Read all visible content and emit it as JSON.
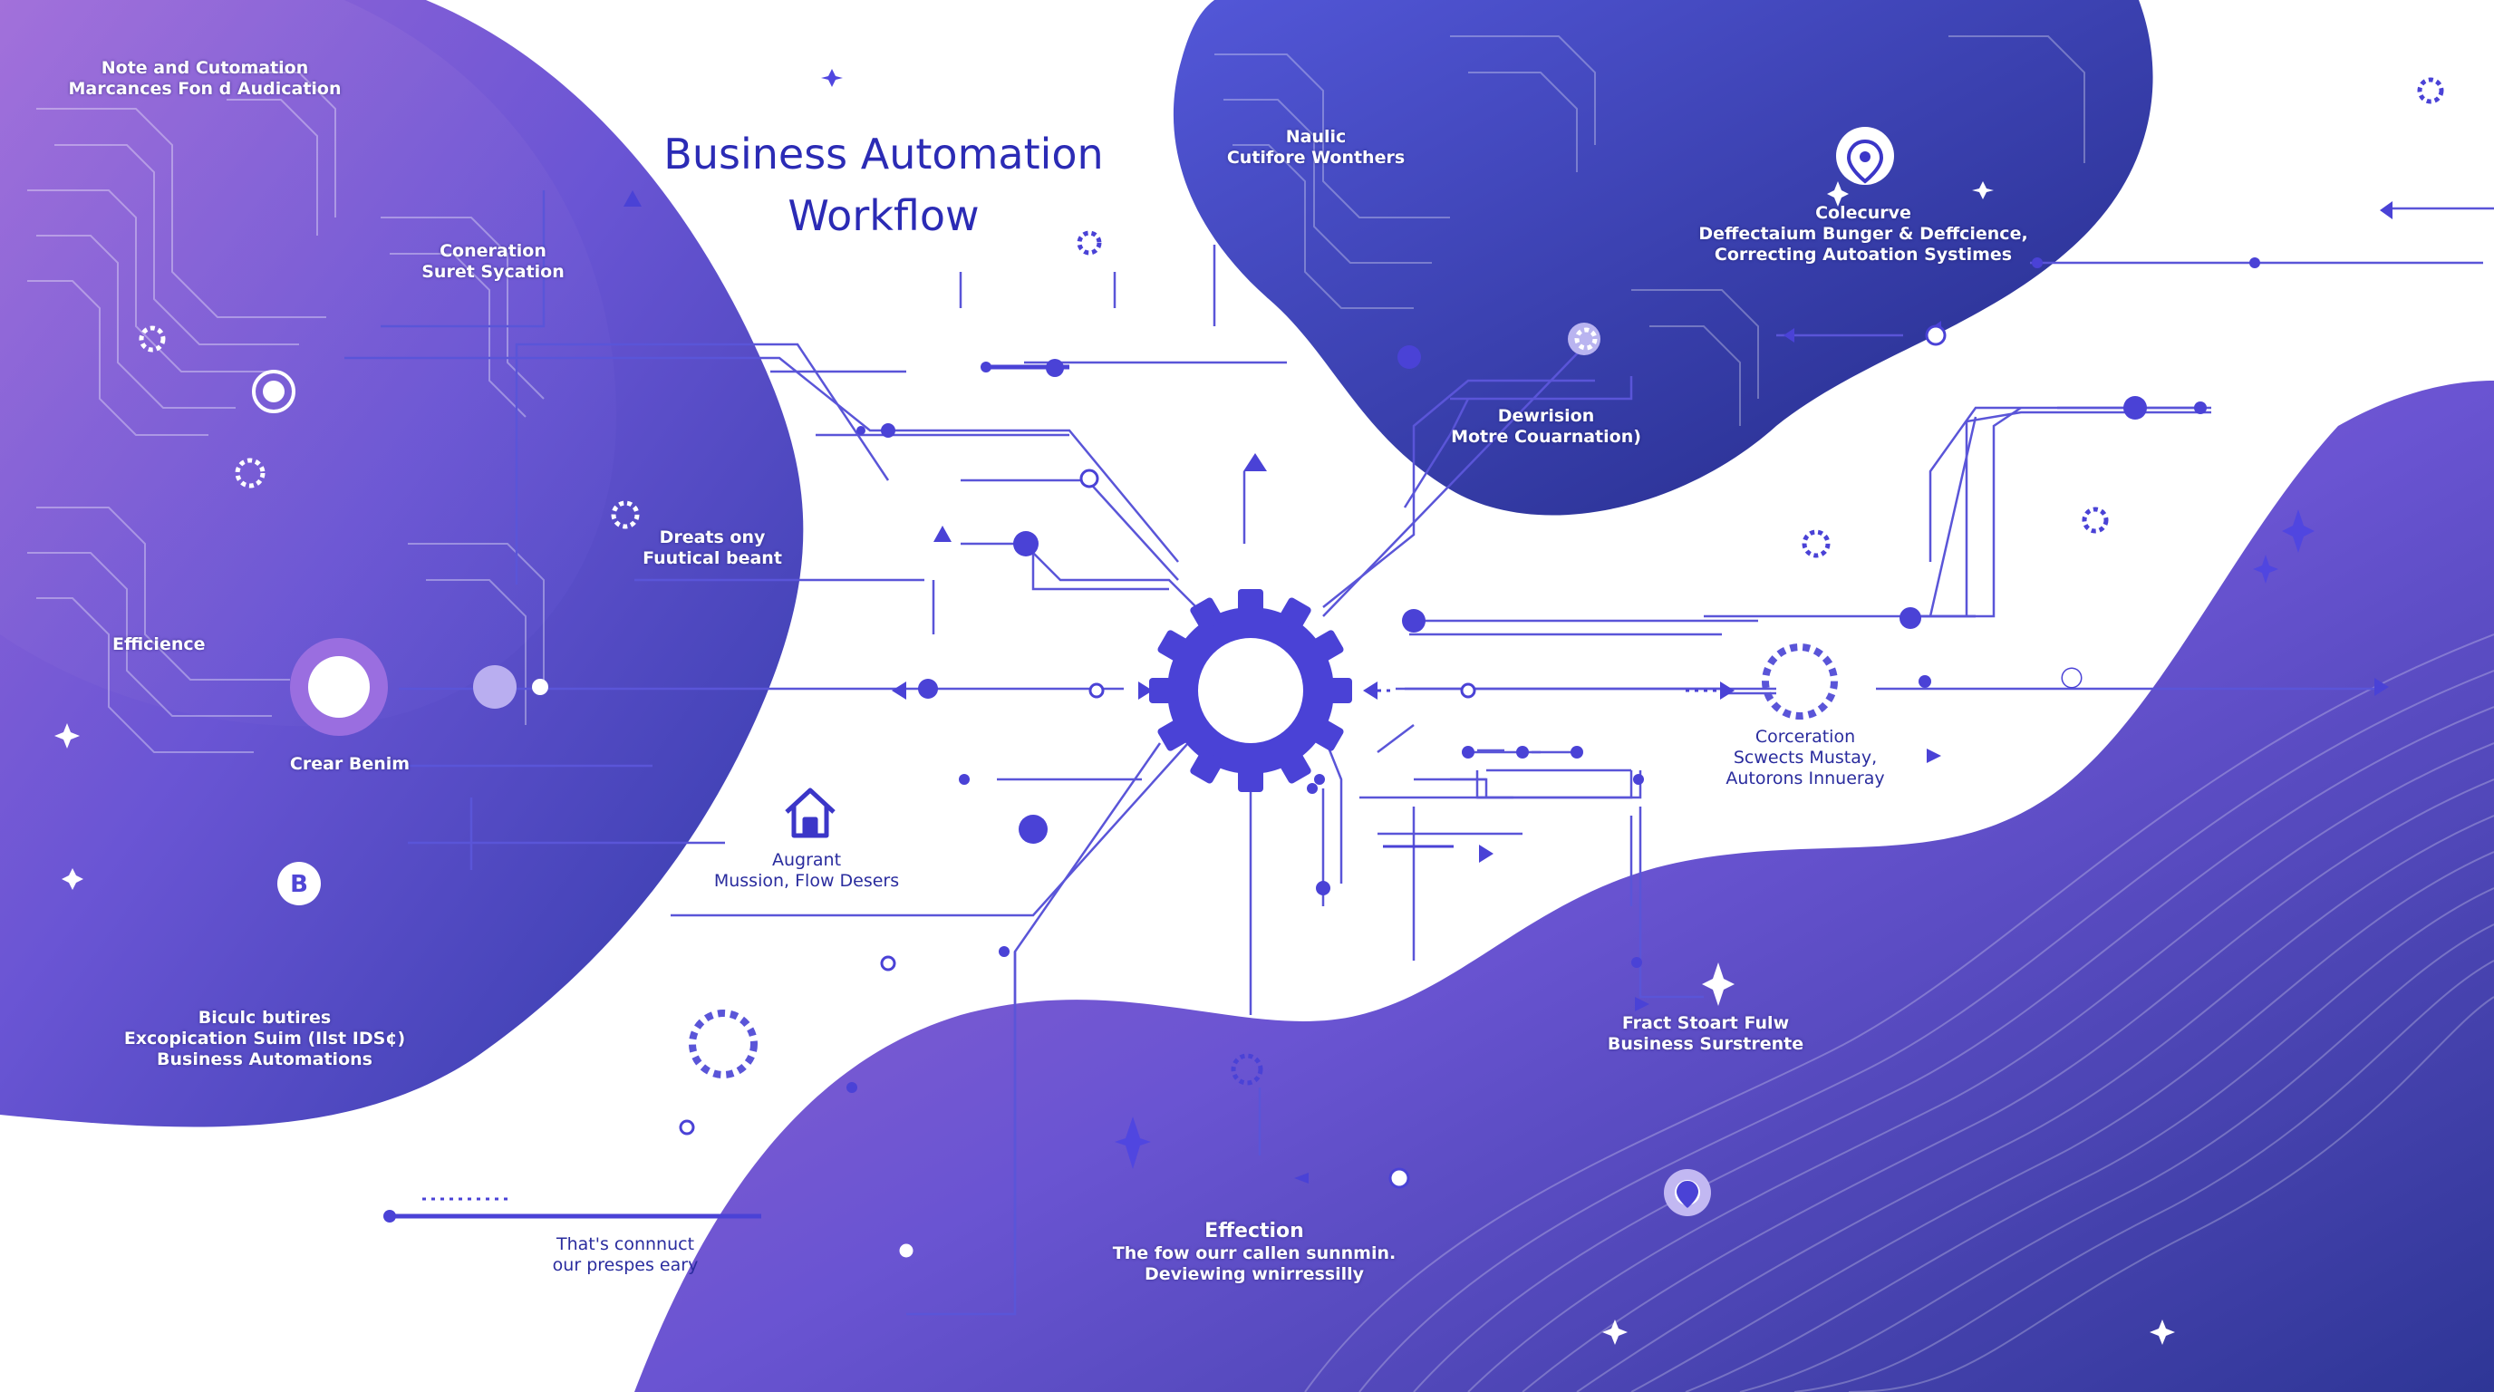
{
  "title": {
    "line1": "Business Automation",
    "line2": "Workflow"
  },
  "labels": {
    "note": [
      "Note and Cutomation",
      "Marcances Fon d Audication"
    ],
    "coneration": [
      "Coneration",
      "Suret Sycation"
    ],
    "dreats": [
      "Dreats ony",
      "Fuutical beant"
    ],
    "efficience": [
      "Efficience"
    ],
    "crear": [
      "Crear Benim"
    ],
    "bicule": [
      "Biculc butires",
      "Excopication Suim (Ilst IDS¢)",
      "Business Automations"
    ],
    "naulic": [
      "Naulic",
      "Cutifore Wonthers"
    ],
    "colecurve": [
      "Colecurve",
      "Deffectaium Bunger & Deffcience,",
      "Correcting Autoation Systimes"
    ],
    "dewrision": [
      "Dewrision",
      "Motre Couarnation)"
    ],
    "augrant": [
      "Augrant",
      "Mussion, Flow Desers"
    ],
    "corceration": [
      "Corceration",
      "Scwects Mustay,",
      "Autorons Innueray"
    ],
    "fract": [
      "Fract Stoart Fulw",
      "Business Surstrente"
    ],
    "effection": [
      "Effection",
      "The fow ourr callen sunnmin.",
      "Deviewing wnirressilly"
    ],
    "thats": [
      "That's connnuct",
      "our prespes eary"
    ]
  },
  "colors": {
    "blob_dark": "#2f3194",
    "blob_mid": "#4846cc",
    "blob_light": "#8a62d6",
    "accent": "#5046e0",
    "line": "#5a55d8",
    "text_dark": "#2a2c9e",
    "white": "#ffffff"
  },
  "icons": {
    "center": "gear-icon",
    "home": "home-icon",
    "location": "location-pin-icon",
    "bitcoin": "bitcoin-badge-icon"
  }
}
